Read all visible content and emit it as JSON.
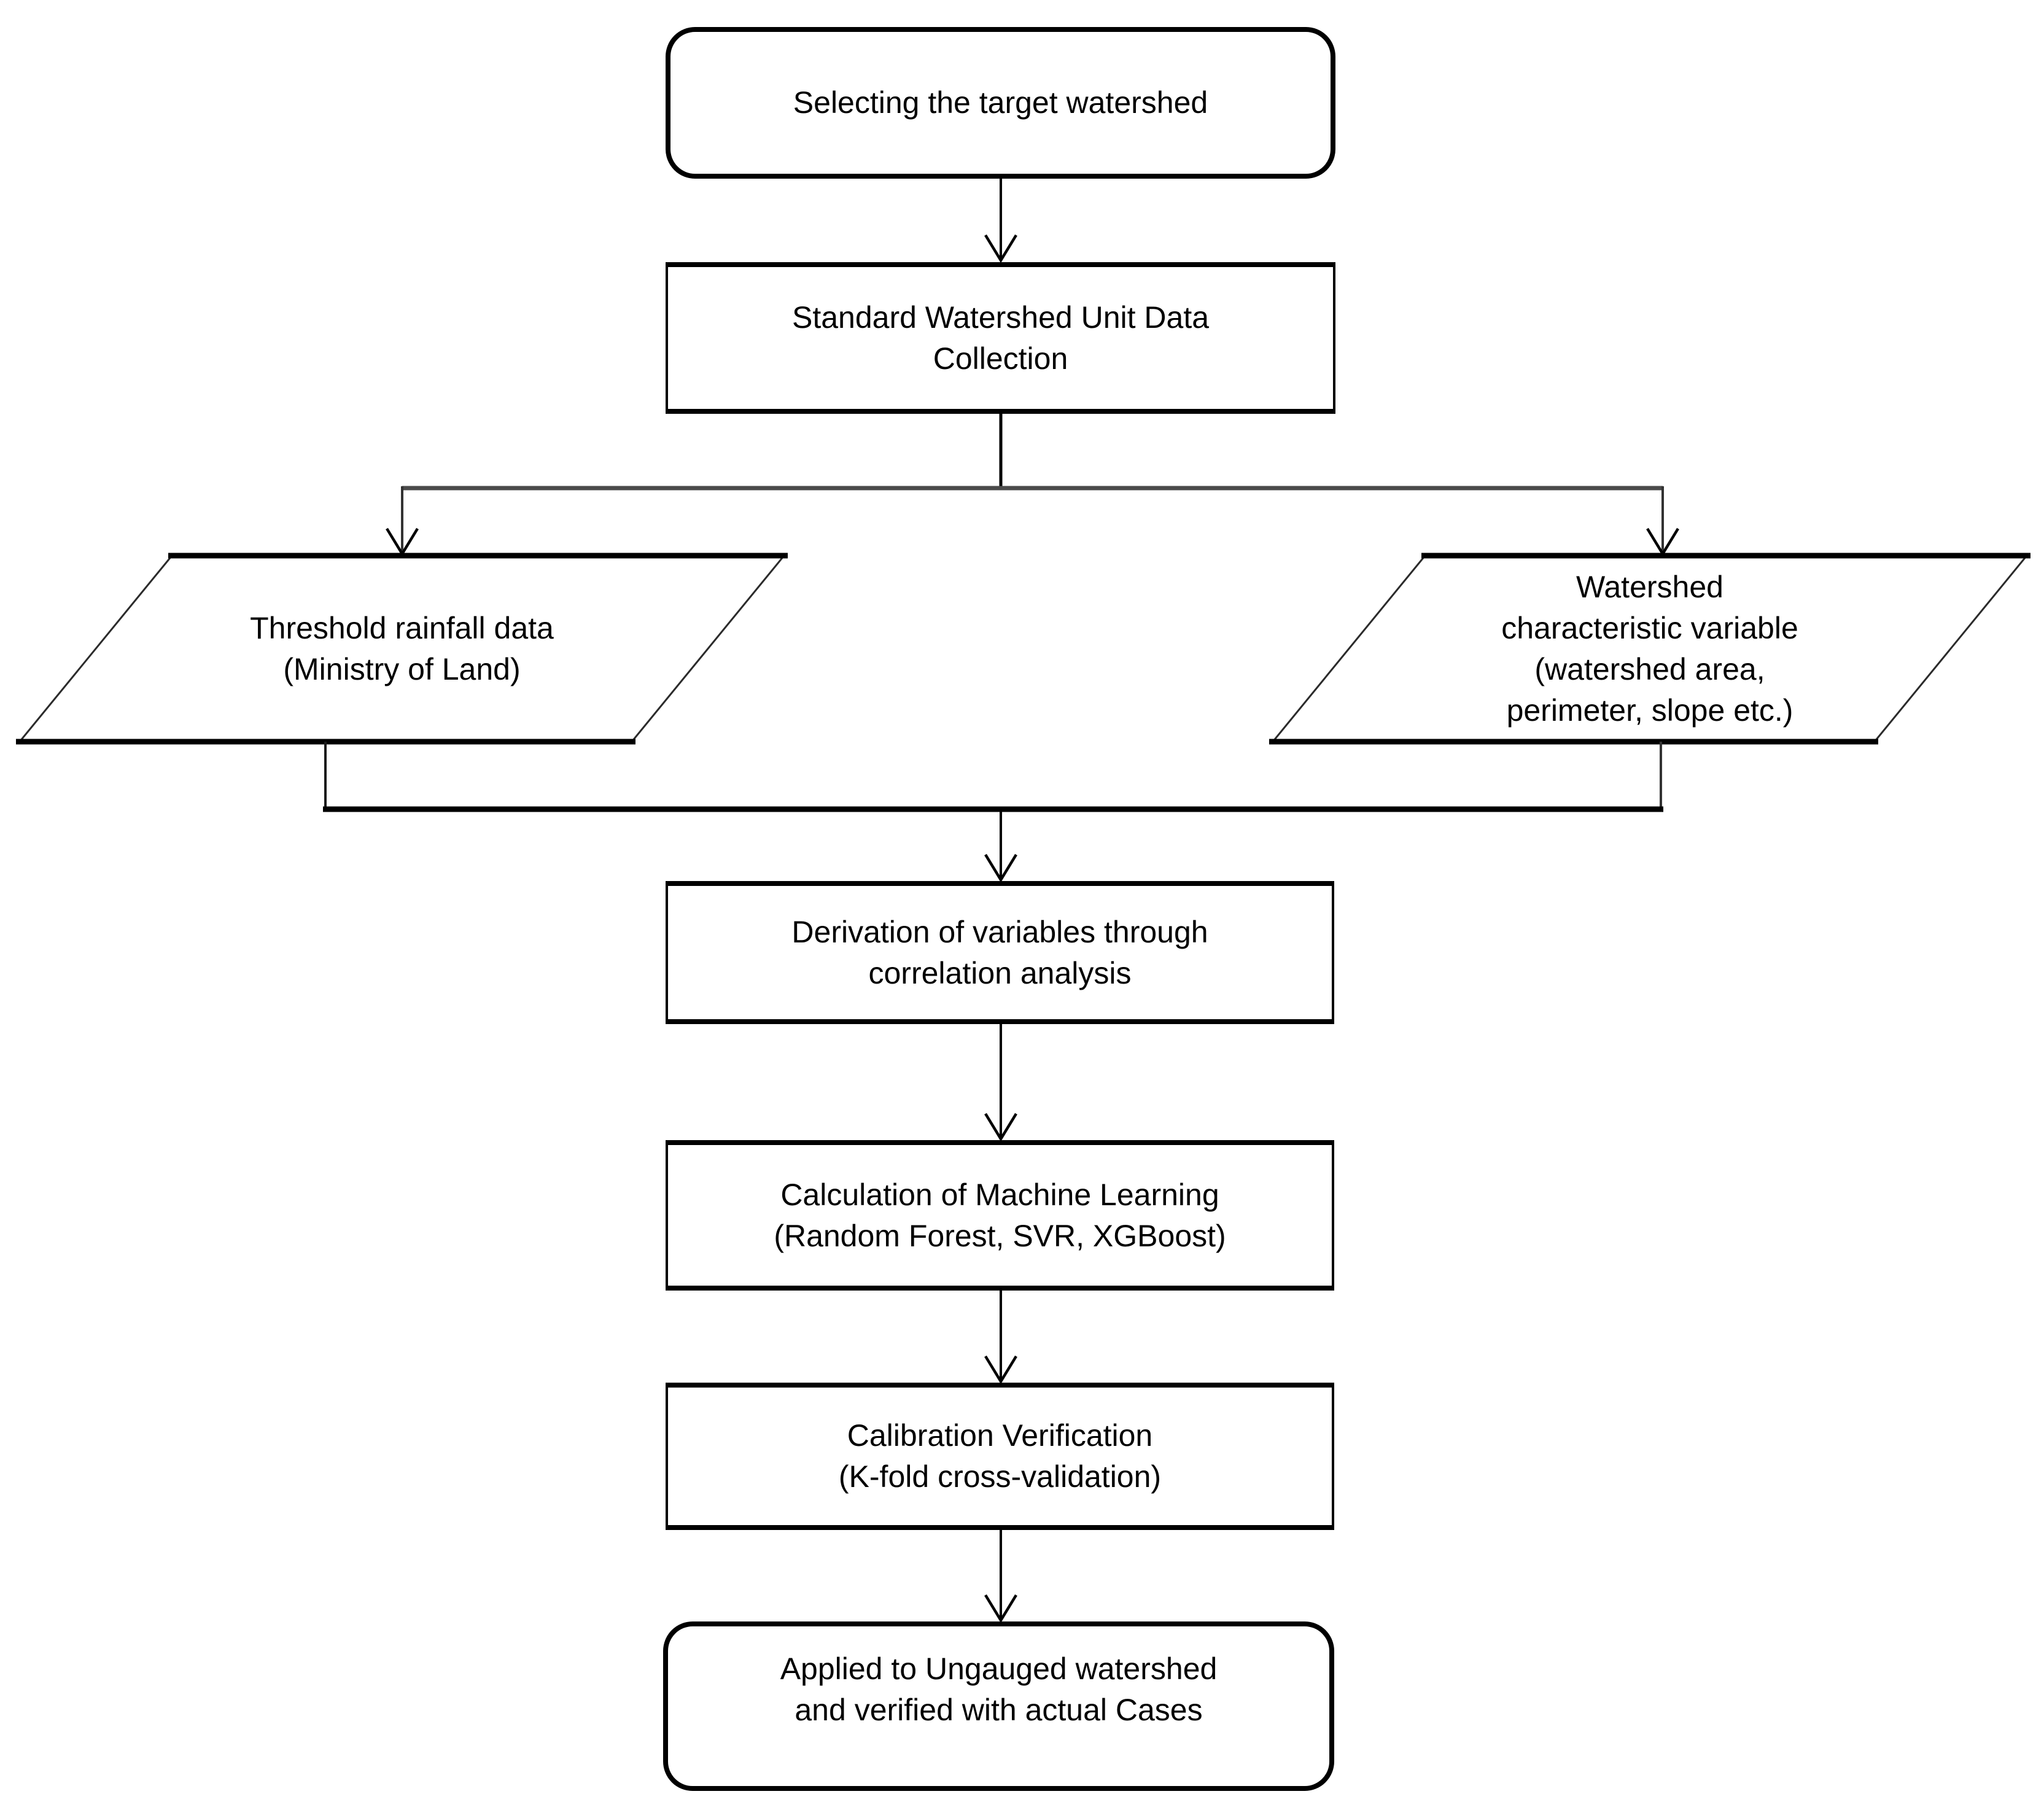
{
  "diagram": {
    "type": "flowchart",
    "background_color": "#ffffff",
    "stroke_color": "#000000",
    "branch_line_color": "#4a4a4a",
    "nodes": {
      "start": {
        "shape": "terminator",
        "lines": [
          "Selecting the target watershed"
        ]
      },
      "collect": {
        "shape": "process",
        "lines": [
          "Standard Watershed Unit Data",
          "Collection"
        ]
      },
      "rainfall": {
        "shape": "data-parallelogram",
        "lines": [
          "Threshold rainfall data",
          "(Ministry of Land)"
        ]
      },
      "characteristic": {
        "shape": "data-parallelogram",
        "lines": [
          "Watershed",
          "characteristic variable",
          "(watershed area,",
          "perimeter, slope etc.)"
        ]
      },
      "derivation": {
        "shape": "process",
        "lines": [
          "Derivation of variables through",
          "correlation analysis"
        ]
      },
      "ml": {
        "shape": "process",
        "lines": [
          "Calculation of Machine Learning",
          "(Random Forest, SVR, XGBoost)"
        ]
      },
      "calibration": {
        "shape": "process",
        "lines": [
          "Calibration Verification",
          "(K-fold cross-validation)"
        ]
      },
      "applied": {
        "shape": "terminator",
        "lines": [
          "Applied to Ungauged watershed",
          "and verified with actual Cases"
        ]
      }
    },
    "edges": [
      {
        "from": "start",
        "to": "collect"
      },
      {
        "from": "collect",
        "to": "rainfall"
      },
      {
        "from": "collect",
        "to": "characteristic"
      },
      {
        "from": "rainfall",
        "to": "derivation"
      },
      {
        "from": "characteristic",
        "to": "derivation"
      },
      {
        "from": "derivation",
        "to": "ml"
      },
      {
        "from": "ml",
        "to": "calibration"
      },
      {
        "from": "calibration",
        "to": "applied"
      }
    ]
  }
}
